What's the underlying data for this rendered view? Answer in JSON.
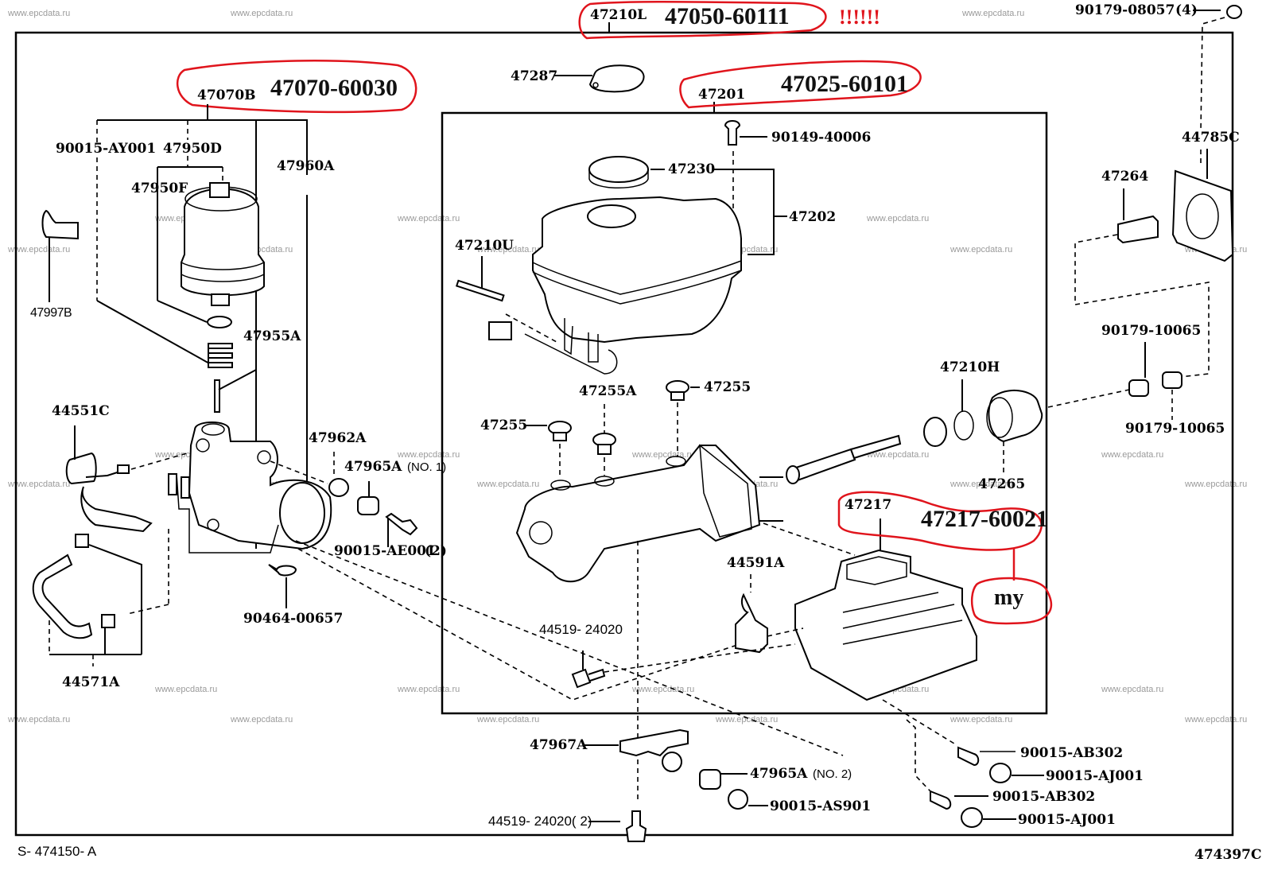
{
  "diagram": {
    "title_codes": {
      "left": "S- 474150- A",
      "right": "474397C"
    },
    "watermark": "www.epcdata.ru",
    "accent_color": "#e0141c",
    "annotations": [
      {
        "ref": "47210L",
        "part_number": "47050-60111",
        "emphasis": "!!!!!!"
      },
      {
        "ref": "47070B",
        "part_number": "47070-60030"
      },
      {
        "ref": "47201",
        "part_number": "47025-60101"
      },
      {
        "ref": "47217",
        "part_number": "47217-60021",
        "note": "my"
      }
    ],
    "labels": {
      "p47210L": "47210L",
      "p47287": "47287",
      "p47201": "47201",
      "p90179_08057": "90179-08057",
      "p90179_08057_qty": "(4)",
      "p47070B": "47070B",
      "p90015_AY001": "90015-AY001",
      "p47950D": "47950D",
      "p47950F": "47950F",
      "p47960A": "47960A",
      "p47997B": "47997B",
      "p47955A": "47955A",
      "p44551C": "44551C",
      "p47962A": "47962A",
      "p47965A_1": "47965A",
      "p47965A_1_suffix": "(NO. 1)",
      "p90015_AE001": "90015-AE001",
      "p90015_AE001_qty": "(2)",
      "p90464_00657": "90464-00657",
      "p44571A": "44571A",
      "p90149_40006": "90149-40006",
      "p47230": "47230",
      "p47202": "47202",
      "p47210U": "47210U",
      "p47255A": "47255A",
      "p47255_a": "47255",
      "p47255_b": "47255",
      "p47210H": "47210H",
      "p47265": "47265",
      "p47217": "47217",
      "p44591A": "44591A",
      "p44519_24020": "44519- 24020",
      "p47967A": "47967A",
      "p47965A_2": "47965A",
      "p47965A_2_suffix": "(NO. 2)",
      "p90015_AS901": "90015-AS901",
      "p44519_24020_2": "44519- 24020( 2)",
      "p90015_AB302_a": "90015-AB302",
      "p90015_AJ001_a": "90015-AJ001",
      "p90015_AB302_b": "90015-AB302",
      "p90015_AJ001_b": "90015-AJ001",
      "p44785C": "44785C",
      "p47264": "47264",
      "p90179_10065_a": "90179-10065",
      "p90179_10065_b": "90179-10065"
    }
  }
}
